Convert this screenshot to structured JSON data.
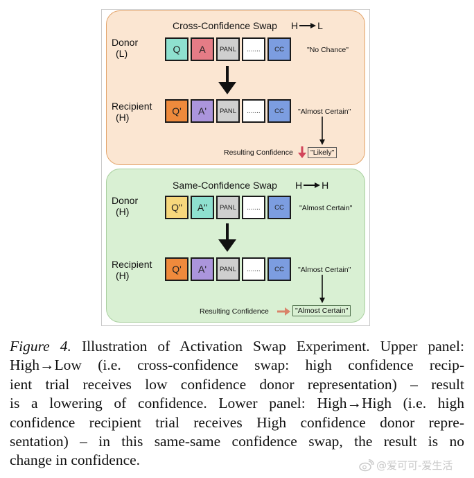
{
  "figure": {
    "panels": [
      {
        "id": "cross",
        "title": "Cross-Confidence Swap",
        "direction": {
          "from": "H",
          "to": "L"
        },
        "background": "#fbe6d2",
        "border": "#e3a46a",
        "donor": {
          "label": "Donor",
          "level": "(L)",
          "tokens": [
            {
              "text": "Q",
              "color": "#8ee0cf"
            },
            {
              "text": "A",
              "color": "#e57c86"
            },
            {
              "text": "PANL",
              "color": "#cfcfcf"
            },
            {
              "text": ".......",
              "color": "#ffffff"
            },
            {
              "text": "CC",
              "color": "#7c9de0"
            }
          ],
          "confidence": "\"No Chance\""
        },
        "recipient": {
          "label": "Recipient",
          "level": "(H)",
          "tokens": [
            {
              "text": "Q'",
              "color": "#ef8a3c"
            },
            {
              "text": "A'",
              "color": "#ab95dc"
            },
            {
              "text": "PANL",
              "color": "#cfcfcf"
            },
            {
              "text": ".......",
              "color": "#ffffff"
            },
            {
              "text": "CC",
              "color": "#7c9de0"
            }
          ],
          "confidence": "\"Almost Certain\""
        },
        "result": {
          "label": "Resulting Confidence",
          "indicator": "down-arrow",
          "indicator_color": "#d2455a",
          "value": "\"Likely\""
        }
      },
      {
        "id": "same",
        "title": "Same-Confidence Swap",
        "direction": {
          "from": "H",
          "to": "H"
        },
        "background": "#d9f0d3",
        "border": "#a9cf9f",
        "donor": {
          "label": "Donor",
          "level": "(H)",
          "tokens": [
            {
              "text": "Q\"",
              "color": "#f6d77c"
            },
            {
              "text": "A\"",
              "color": "#8ee0cf"
            },
            {
              "text": "PANL",
              "color": "#cfcfcf"
            },
            {
              "text": ".......",
              "color": "#ffffff"
            },
            {
              "text": "CC",
              "color": "#7c9de0"
            }
          ],
          "confidence": "\"Almost Certain\""
        },
        "recipient": {
          "label": "Recipient",
          "level": "(H)",
          "tokens": [
            {
              "text": "Q'",
              "color": "#ef8a3c"
            },
            {
              "text": "A'",
              "color": "#ab95dc"
            },
            {
              "text": "PANL",
              "color": "#cfcfcf"
            },
            {
              "text": ".......",
              "color": "#ffffff"
            },
            {
              "text": "CC",
              "color": "#7c9de0"
            }
          ],
          "confidence": "\"Almost Certain\""
        },
        "result": {
          "label": "Resulting Confidence",
          "indicator": "right-arrow",
          "indicator_color": "#d9836a",
          "value": "\"Almost Certain\""
        }
      }
    ]
  },
  "caption": {
    "figure_label": "Figure 4.",
    "lines": [
      " Illustration of Activation Swap Experiment. Upper panel:",
      "High→Low (i.e.  cross-confidence swap: high confidence recip-",
      "ient trial receives low confidence donor representation) – result",
      "is a lowering of confidence. Lower panel: High→High (i.e. high",
      "confidence recipient trial receives High confidence donor repre-",
      "sentation) – in this same-same confidence swap, the result is no",
      "change in confidence."
    ]
  },
  "watermark": {
    "icon": "weibo-icon",
    "text": "@爱可可-爱生活"
  }
}
